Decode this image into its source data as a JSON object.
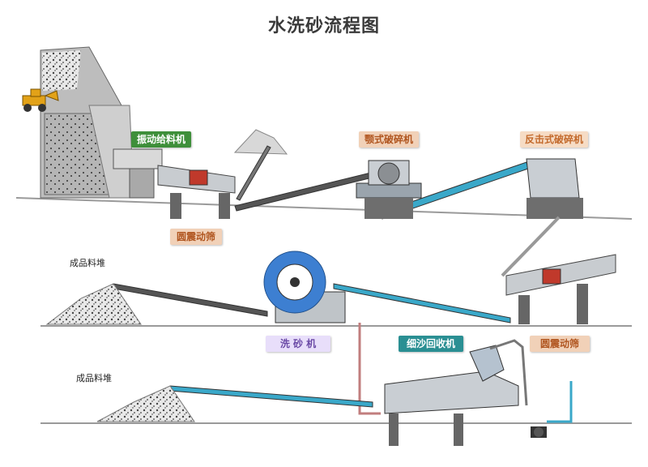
{
  "title": "水洗砂流程图",
  "labels": {
    "vibrating_feeder": "振动给料机",
    "jaw_crusher": "颚式破碎机",
    "impact_crusher": "反击式破碎机",
    "circular_screen_top": "圆震动筛",
    "sand_washer": "洗  砂  机",
    "fine_sand_recovery": "细沙回收机",
    "circular_screen_mid": "圆震动筛"
  },
  "piles": {
    "product_pile_1": "成品料堆",
    "product_pile_2": "成品料堆"
  },
  "colors": {
    "green": "#3e8f3a",
    "orange": "#d67a3c",
    "purple": "#6b4aa6",
    "teal": "#2a8f93",
    "conveyor": "#3aa8c9",
    "machine": "#9aa4ad",
    "ground": "#888888"
  },
  "icons": [
    "loader-truck-icon",
    "rock-pile-icon",
    "wheel-icon",
    "cyclone-icon",
    "pump-icon"
  ]
}
